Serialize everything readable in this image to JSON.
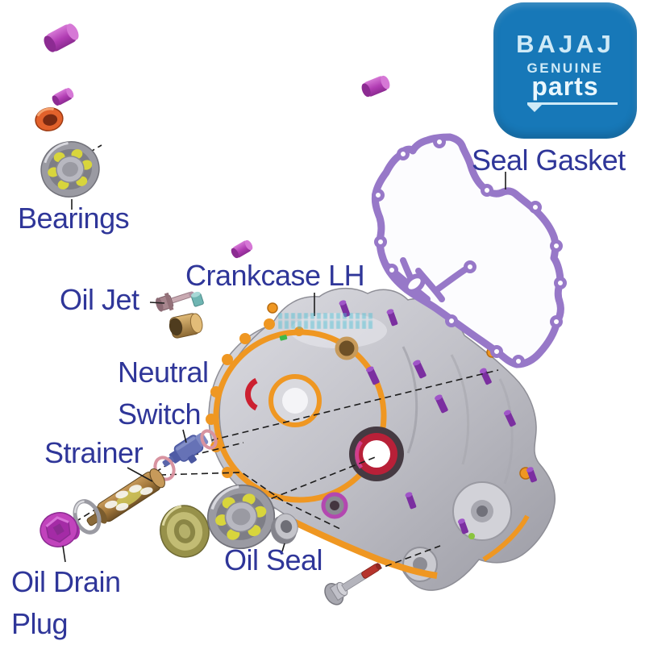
{
  "title": "Bajaj Crankcase LH exploded parts diagram",
  "colors": {
    "label_color": "#2f3699",
    "logo_bg": "#1778b8",
    "logo_fg": "#cfeaf7",
    "gasket": "#9778c8",
    "case_orange": "#ef9722"
  },
  "logo": {
    "brand": "BAJAJ",
    "genuine": "GENUINE",
    "parts": "parts"
  },
  "labels": {
    "bearings": "Bearings",
    "oil_jet": "Oil Jet",
    "crankcase_lh": "Crankcase LH",
    "neutral_switch_line1": "Neutral",
    "neutral_switch_line2": "Switch",
    "strainer": "Strainer",
    "oil_drain_line1": "Oil Drain",
    "oil_drain_line2": "Plug",
    "oil_seal": "Oil Seal",
    "seal_gasket": "Seal Gasket"
  },
  "parts": [
    {
      "name": "dowel-pin-large",
      "color": "#b13cb3"
    },
    {
      "name": "dowel-pin-small",
      "color": "#b13cb3"
    },
    {
      "name": "orange-bushing",
      "color": "#e2612b"
    },
    {
      "name": "ball-bearing-upper",
      "color": "#9a9aa2"
    },
    {
      "name": "dowel-pin-mid",
      "color": "#b13cb3"
    },
    {
      "name": "dowel-pin-right",
      "color": "#b13cb3"
    },
    {
      "name": "oil-jet-nozzle",
      "color": "#a8868e"
    },
    {
      "name": "teal-pin",
      "color": "#6fb5b2"
    },
    {
      "name": "tan-bushing",
      "color": "#c79a5a"
    },
    {
      "name": "neutral-switch",
      "color": "#6672b6"
    },
    {
      "name": "o-ring-pink-upper",
      "color": "#d893a0"
    },
    {
      "name": "o-ring-pink-lower",
      "color": "#d893a0"
    },
    {
      "name": "oil-strainer",
      "color": "#a5793b"
    },
    {
      "name": "sealing-washer",
      "color": "#9a9aa2"
    },
    {
      "name": "oil-drain-plug",
      "color": "#c143bc"
    },
    {
      "name": "oil-seal-disc",
      "color": "#97914a"
    },
    {
      "name": "ball-bearing-lower",
      "color": "#9a9aa2"
    },
    {
      "name": "oil-seal-small",
      "color": "#9a9aa2"
    },
    {
      "name": "flange-bolt",
      "color": "#b5342c"
    },
    {
      "name": "seal-gasket",
      "color": "#9778c8"
    },
    {
      "name": "crankcase-lh-casting",
      "color": "#c6c6cc"
    }
  ]
}
